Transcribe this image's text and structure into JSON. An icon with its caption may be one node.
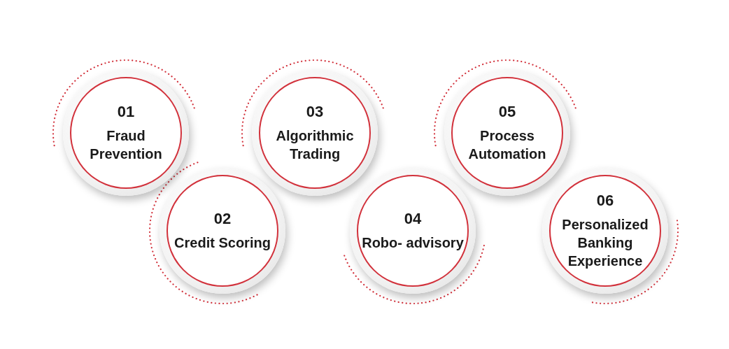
{
  "diagram": {
    "nodes": [
      {
        "text": [
          "01",
          "Fraud Prevention"
        ]
      },
      {
        "text": [
          "02",
          "Credit Scoring"
        ]
      },
      {
        "text": [
          "03",
          "Algorithmic Trading"
        ]
      },
      {
        "text": [
          "04",
          "Robo- advisory"
        ]
      },
      {
        "text": [
          "05",
          "Process Automation"
        ]
      },
      {
        "text": [
          "06",
          "Personalized Banking Experience"
        ]
      }
    ],
    "edges": []
  }
}
